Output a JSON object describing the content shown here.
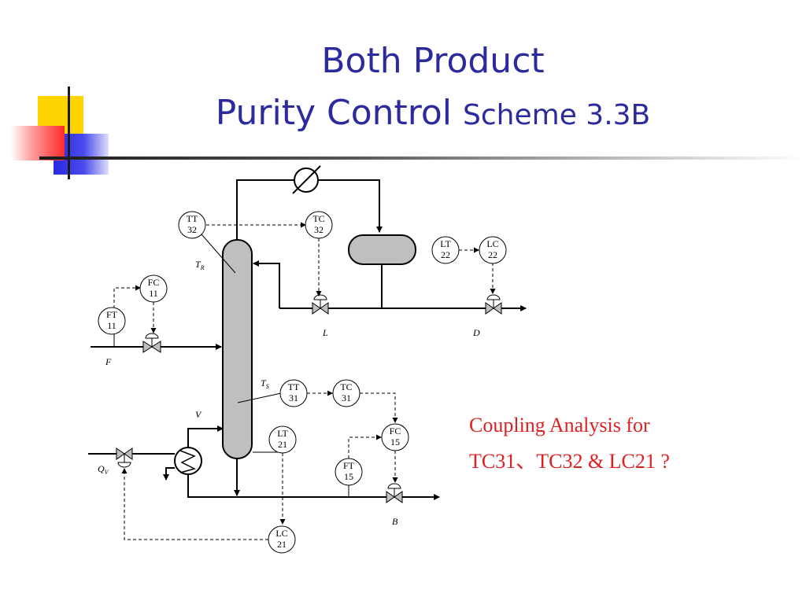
{
  "title": {
    "line1": "Both Product",
    "line2_main": "Purity Control",
    "line2_scheme": "Scheme 3.3B"
  },
  "note": {
    "line1": "Coupling Analysis for",
    "line2": "TC31、TC32  & LC21 ?",
    "color": "#e02020"
  },
  "colors": {
    "title": "#2b2b9e",
    "deco_yellow": "#ffd400",
    "deco_blue": "#3333dd",
    "deco_red": "#ff3333",
    "column_fill": "#bfbfbf"
  },
  "instruments": {
    "tt32": [
      "TT",
      "32"
    ],
    "tc32": [
      "TC",
      "32"
    ],
    "lt22": [
      "LT",
      "22"
    ],
    "lc22": [
      "LC",
      "22"
    ],
    "fc11": [
      "FC",
      "11"
    ],
    "ft11": [
      "FT",
      "11"
    ],
    "tt31": [
      "TT",
      "31"
    ],
    "tc31": [
      "TC",
      "31"
    ],
    "fc15": [
      "FC",
      "15"
    ],
    "lt21": [
      "LT",
      "21"
    ],
    "ft15": [
      "FT",
      "15"
    ],
    "lc21": [
      "LC",
      "21"
    ]
  },
  "stream_labels": {
    "reflux": "L",
    "distillate": "D",
    "feed": "F",
    "vapor": "V",
    "bottoms": "B",
    "reboiler_duty": "Q",
    "reboiler_duty_sub": "V",
    "top_temp": "T",
    "top_temp_sub": "R",
    "stage_temp": "T",
    "stage_temp_sub": "S"
  }
}
